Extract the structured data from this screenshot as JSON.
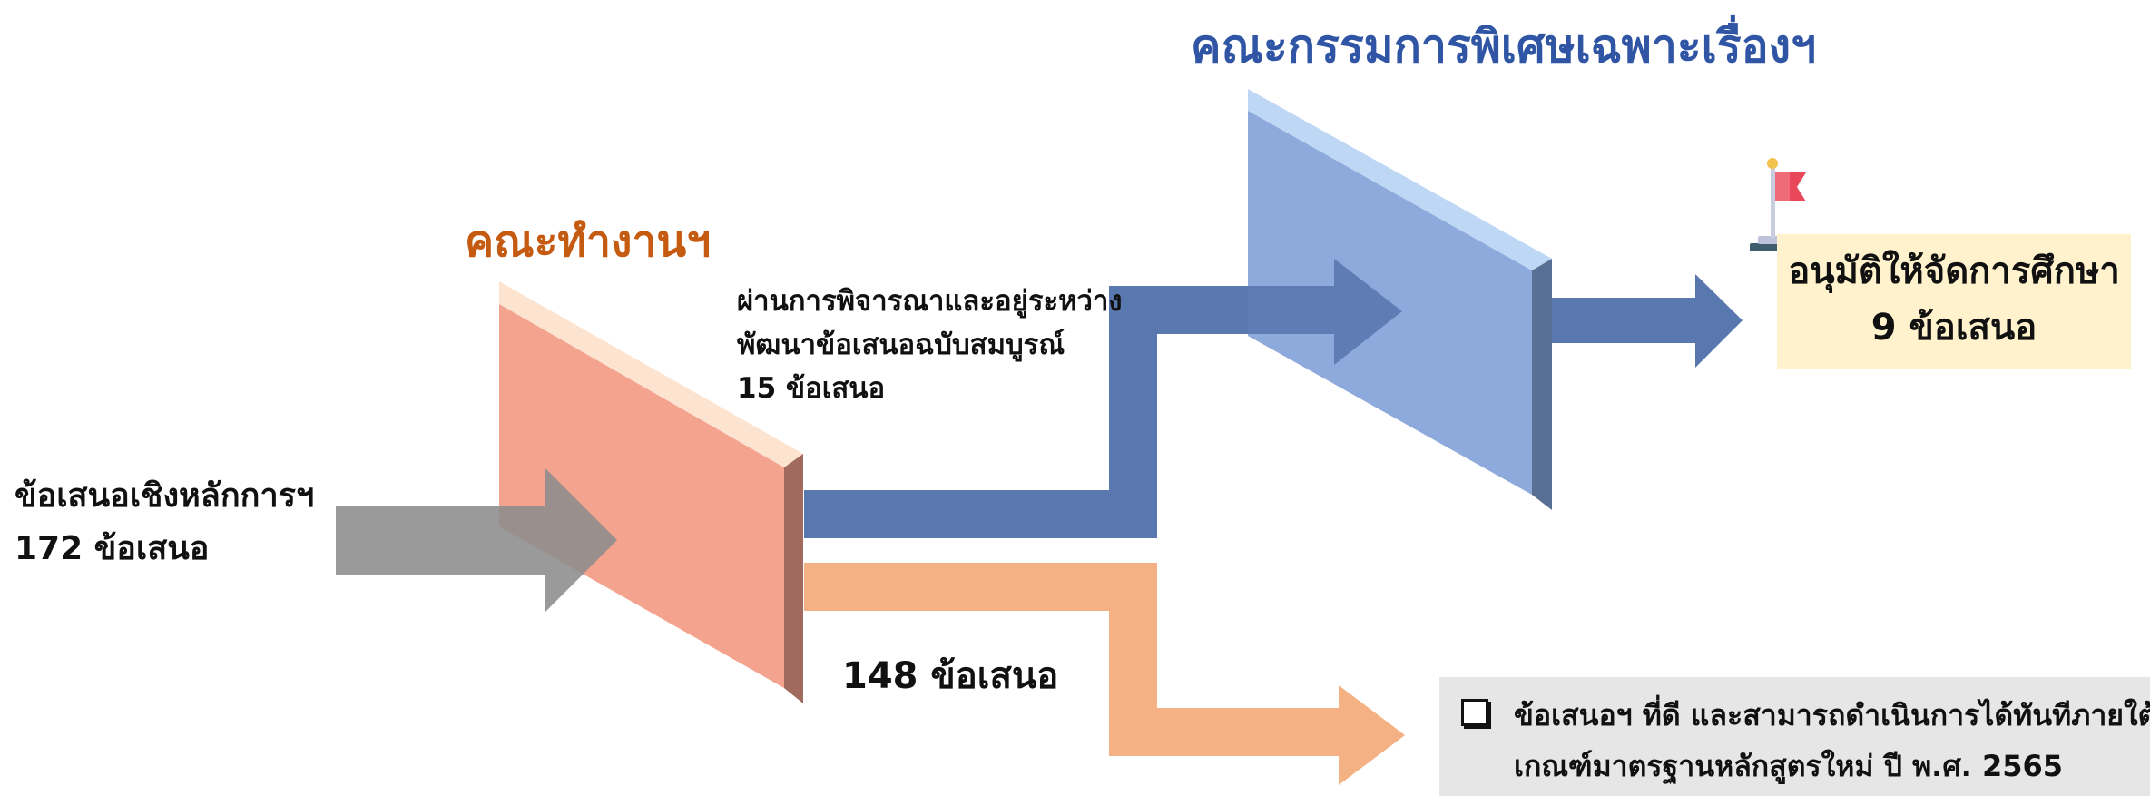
{
  "committee_title": "คณะกรรมการพิเศษเฉพาะเรื่องฯ",
  "workgroup_title": "คณะทำงานฯ",
  "input": {
    "line1": "ข้อเสนอเชิงหลักการฯ",
    "line2": "172 ข้อเสนอ"
  },
  "developing": {
    "line1": "ผ่านการพิจารณาและอยู่ระหว่าง",
    "line2": "พัฒนาข้อเสนอฉบับสมบูรณ์",
    "line3": "15 ข้อเสนอ"
  },
  "rejected_label": "148 ข้อเสนอ",
  "approved": {
    "line1": "อนุมัติให้จัดการศึกษา",
    "line2": "9 ข้อเสนอ"
  },
  "note": {
    "line1": "ข้อเสนอฯ ที่ดี และสามารถดำเนินการได้ทันทีภายใต้",
    "line2": "เกณฑ์มาตรฐานหลักสูตรใหม่ ปี พ.ศ. 2565"
  },
  "icons": {
    "flag": "flag-icon",
    "checkbox": "checkbox-icon"
  },
  "colors": {
    "committee_title": "#2F55A4",
    "workgroup_title": "#C55A11",
    "input_arrow": "#8C8C8C",
    "workgroup_panel": "#F4A38F",
    "committee_panel": "#8EA9DB",
    "approved_flow": "#5A78B0",
    "rejected_flow": "#F4B183",
    "approved_box": "#FFF2CC",
    "note_box": "#E6E6E6"
  }
}
